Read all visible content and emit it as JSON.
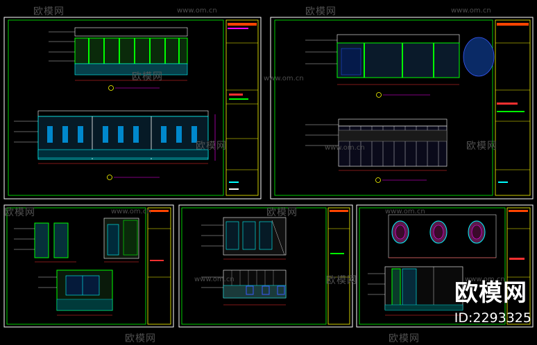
{
  "watermark": {
    "brand_text": "欧模网",
    "url_text": "www.om.cn",
    "id_text": "ID:2293325"
  },
  "sheets": [
    {
      "name": "sheet-top-left"
    },
    {
      "name": "sheet-top-right"
    },
    {
      "name": "sheet-bottom-left"
    },
    {
      "name": "sheet-bottom-middle"
    },
    {
      "name": "sheet-bottom-right"
    }
  ],
  "colors": {
    "frame": "#ffffff",
    "title_block": "#ffff00",
    "line_green": "#00ff00",
    "line_cyan": "#00ffff",
    "line_magenta": "#ff00ff",
    "line_blue": "#3a5bff",
    "line_red": "#ff3030",
    "line_orange": "#ff8800"
  }
}
